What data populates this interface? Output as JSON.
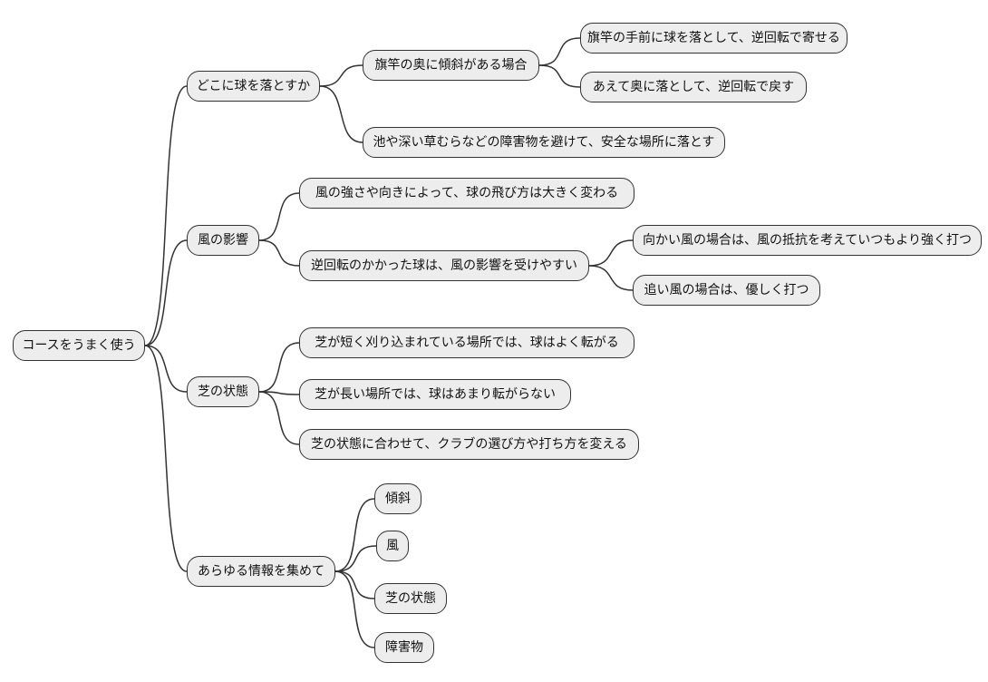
{
  "colors": {
    "node_fill": "#ededed",
    "node_border": "#333333",
    "edge_stroke": "#333333",
    "text": "#111111",
    "background": "#ffffff"
  },
  "mindmap": {
    "root": {
      "label": "コースをうまく使う"
    },
    "branches": [
      {
        "label": "どこに球を落とすか",
        "children": [
          {
            "label": "旗竿の奥に傾斜がある場合",
            "children": [
              {
                "label": "旗竿の手前に球を落として、逆回転で寄せる"
              },
              {
                "label": "あえて奥に落として、逆回転で戻す"
              }
            ]
          },
          {
            "label": "池や深い草むらなどの障害物を避けて、安全な場所に落とす"
          }
        ]
      },
      {
        "label": "風の影響",
        "children": [
          {
            "label": "風の強さや向きによって、球の飛び方は大きく変わる"
          },
          {
            "label": "逆回転のかかった球は、風の影響を受けやすい",
            "children": [
              {
                "label": "向かい風の場合は、風の抵抗を考えていつもより強く打つ"
              },
              {
                "label": "追い風の場合は、優しく打つ"
              }
            ]
          }
        ]
      },
      {
        "label": "芝の状態",
        "children": [
          {
            "label": "芝が短く刈り込まれている場所では、球はよく転がる"
          },
          {
            "label": "芝が長い場所では、球はあまり転がらない"
          },
          {
            "label": "芝の状態に合わせて、クラブの選び方や打ち方を変える"
          }
        ]
      },
      {
        "label": "あらゆる情報を集めて",
        "children": [
          {
            "label": "傾斜"
          },
          {
            "label": "風"
          },
          {
            "label": "芝の状態"
          },
          {
            "label": "障害物"
          }
        ]
      }
    ]
  }
}
